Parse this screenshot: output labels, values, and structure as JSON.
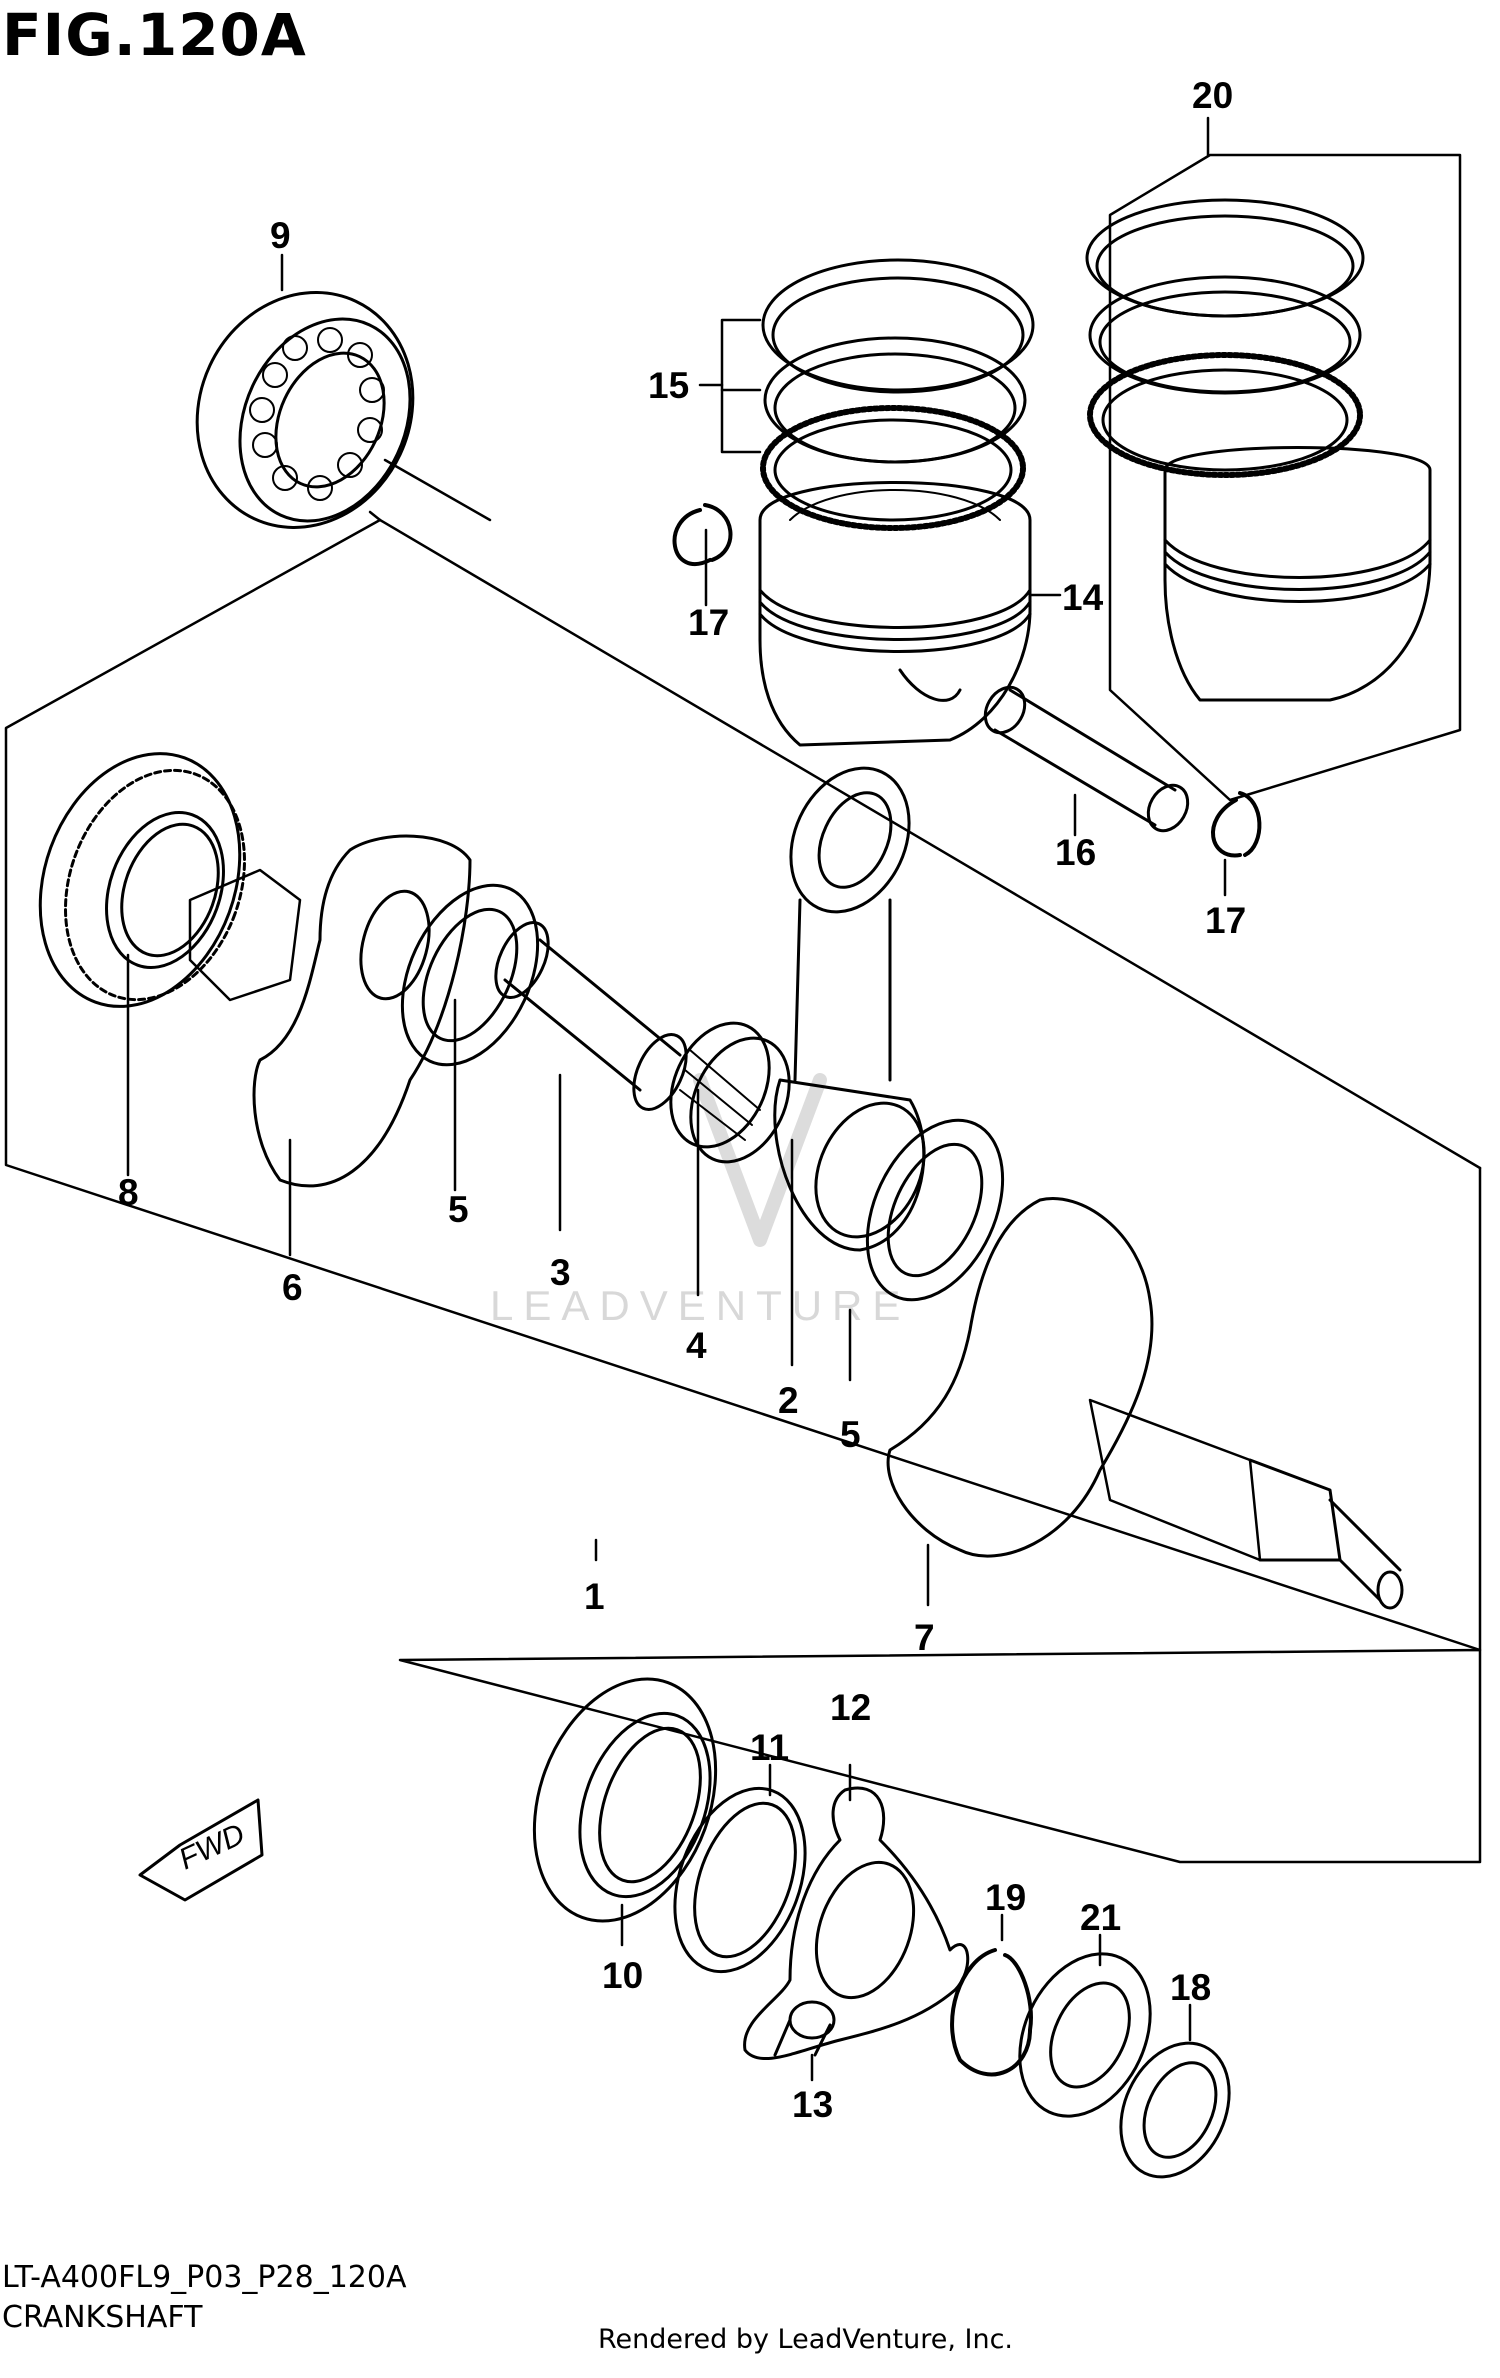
{
  "figure": {
    "title": "FIG.120A",
    "code": "LT-A400FL9_P03_P28_120A",
    "name": "CRANKSHAFT",
    "rendered_by": "Rendered by LeadVenture, Inc.",
    "watermark": "LEADVENTURE",
    "fwd_label": "FWD"
  },
  "callouts": [
    {
      "id": "c1",
      "label": "1"
    },
    {
      "id": "c2",
      "label": "2"
    },
    {
      "id": "c3",
      "label": "3"
    },
    {
      "id": "c4",
      "label": "4"
    },
    {
      "id": "c5a",
      "label": "5"
    },
    {
      "id": "c5b",
      "label": "5"
    },
    {
      "id": "c6",
      "label": "6"
    },
    {
      "id": "c7",
      "label": "7"
    },
    {
      "id": "c8",
      "label": "8"
    },
    {
      "id": "c9",
      "label": "9"
    },
    {
      "id": "c10",
      "label": "10"
    },
    {
      "id": "c11",
      "label": "11"
    },
    {
      "id": "c12",
      "label": "12"
    },
    {
      "id": "c13",
      "label": "13"
    },
    {
      "id": "c14",
      "label": "14"
    },
    {
      "id": "c15",
      "label": "15"
    },
    {
      "id": "c16",
      "label": "16"
    },
    {
      "id": "c17a",
      "label": "17"
    },
    {
      "id": "c17b",
      "label": "17"
    },
    {
      "id": "c18",
      "label": "18"
    },
    {
      "id": "c19",
      "label": "19"
    },
    {
      "id": "c20",
      "label": "20"
    },
    {
      "id": "c21",
      "label": "21"
    }
  ]
}
